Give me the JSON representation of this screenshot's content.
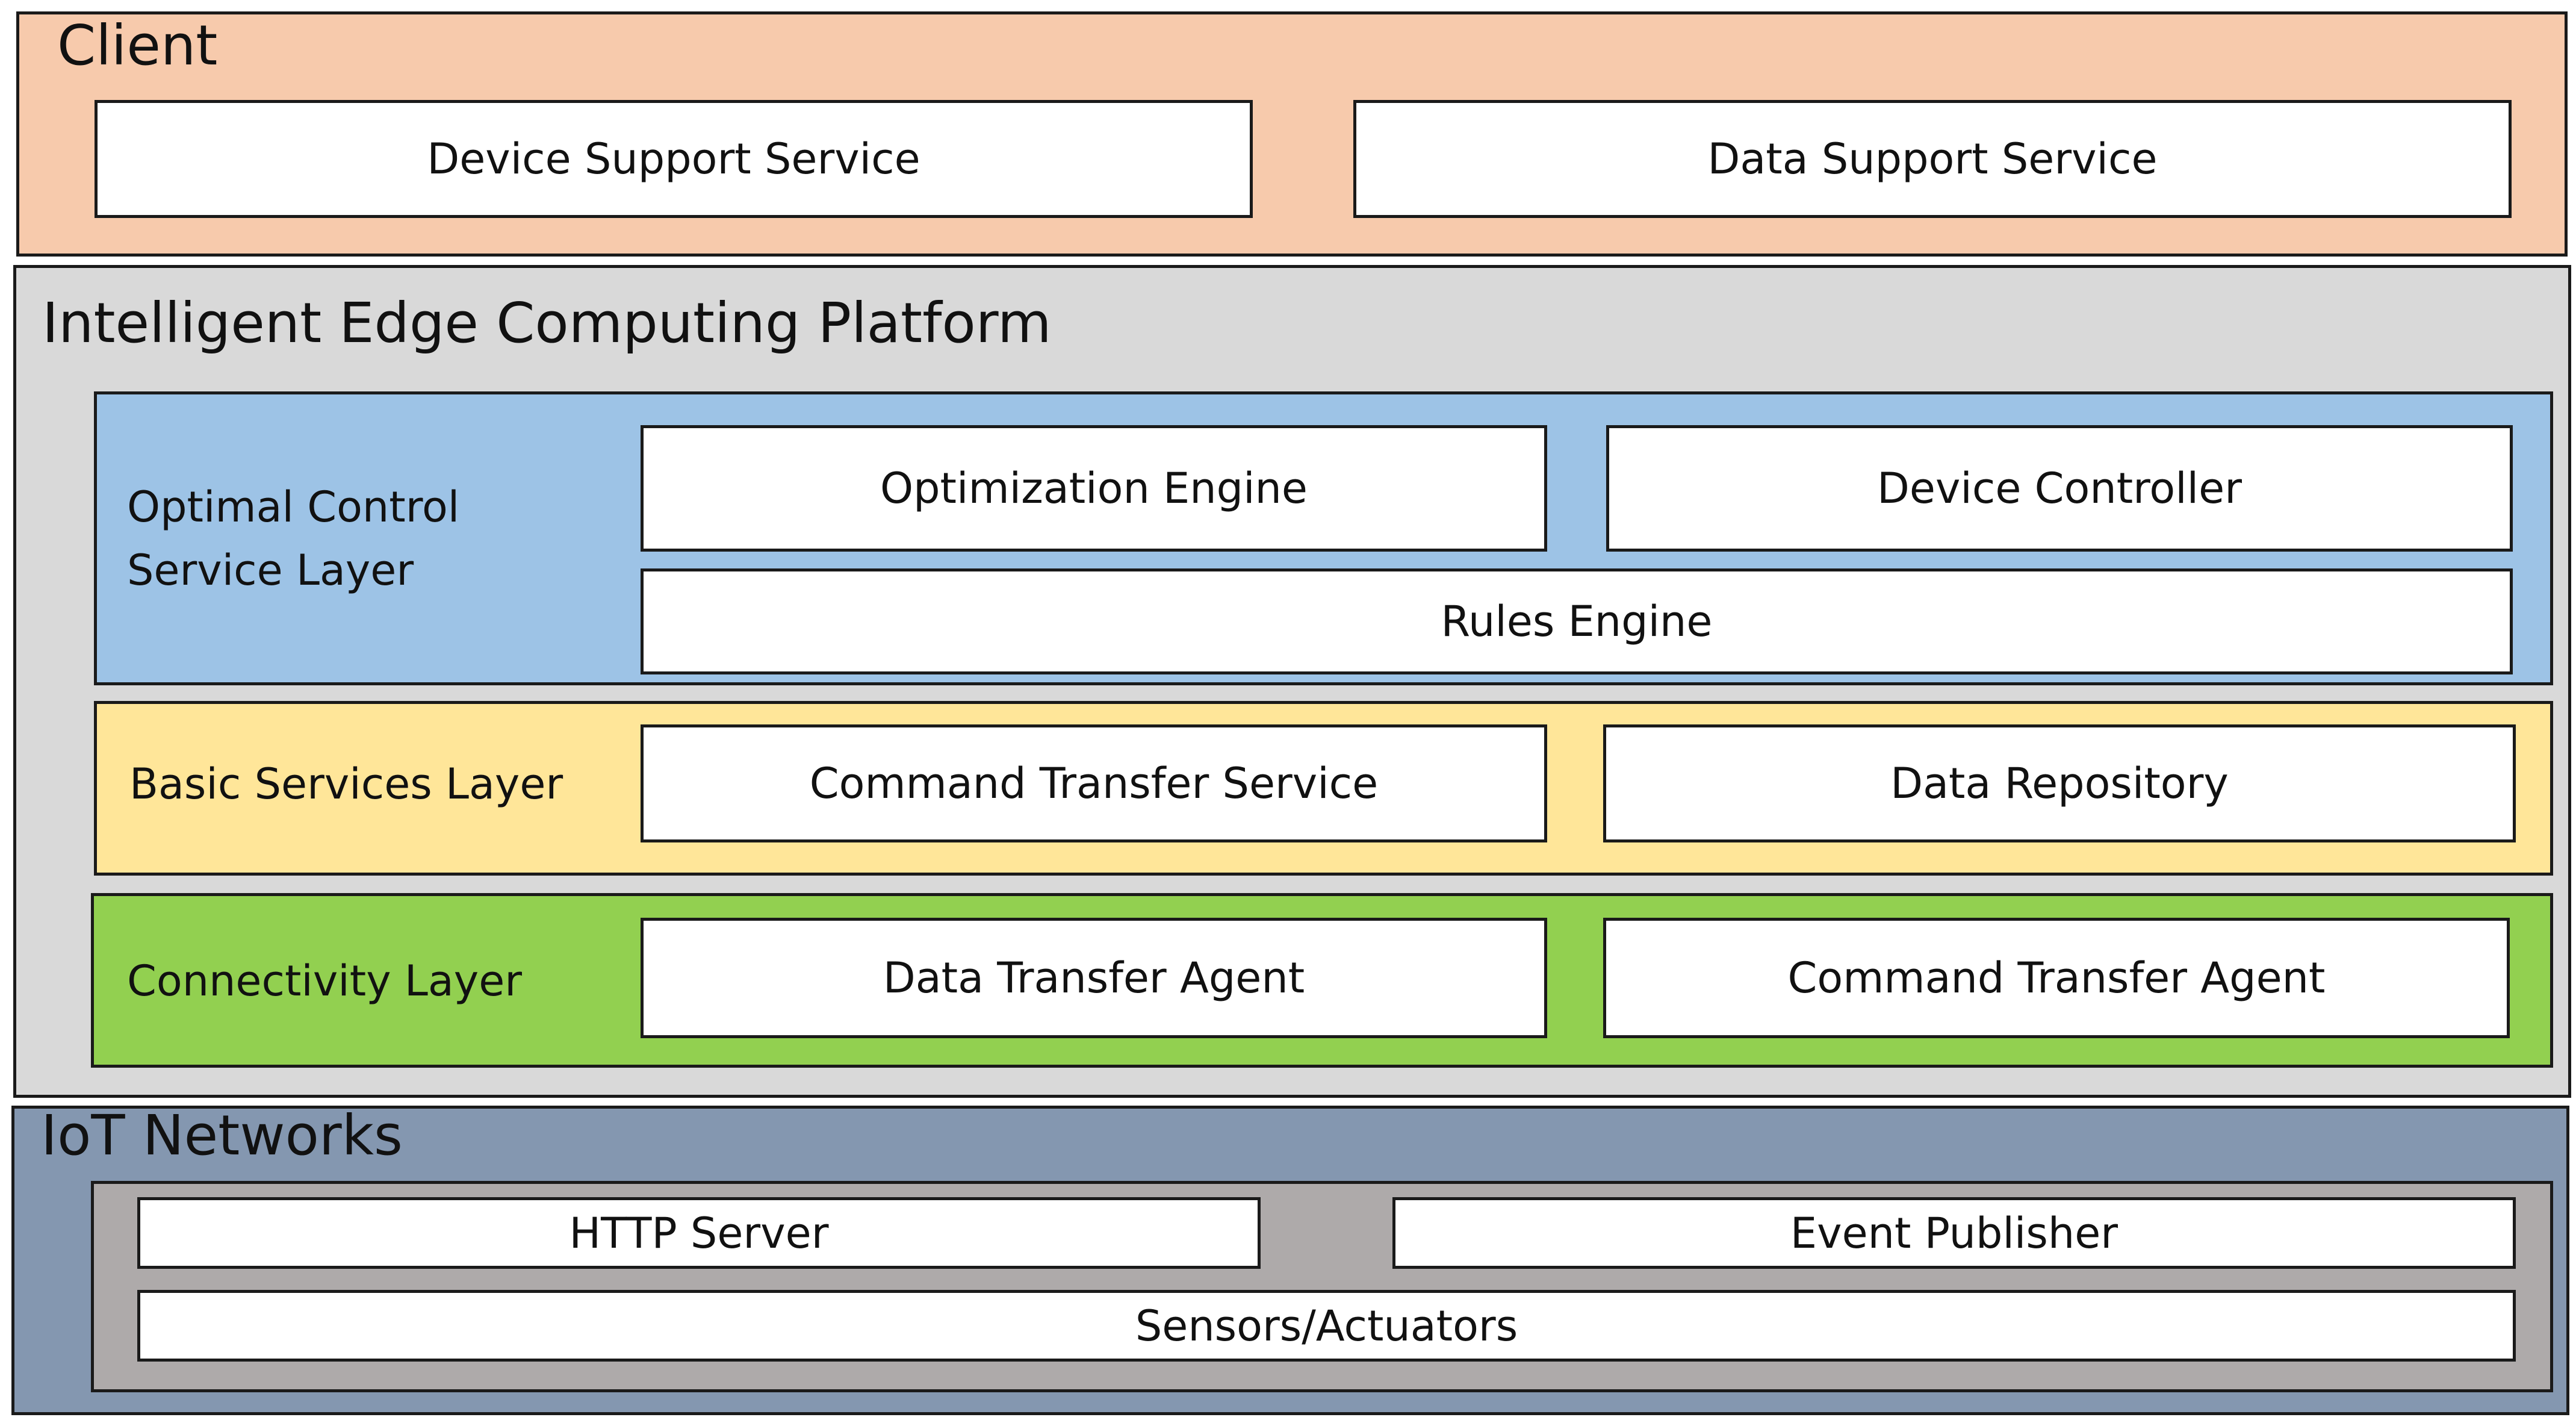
{
  "client": {
    "title": "Client",
    "items": [
      "Device Support Service",
      "Data Support Service"
    ]
  },
  "platform": {
    "title": "Intelligent Edge Computing Platform",
    "optimal_control": {
      "label": "Optimal Control Service Layer",
      "items": [
        "Optimization Engine",
        "Device Controller",
        "Rules Engine"
      ]
    },
    "basic_services": {
      "label": "Basic Services Layer",
      "items": [
        "Command Transfer Service",
        "Data Repository"
      ]
    },
    "connectivity": {
      "label": "Connectivity Layer",
      "items": [
        "Data Transfer Agent",
        "Command Transfer Agent"
      ]
    }
  },
  "iot": {
    "title": "IoT Networks",
    "items": [
      "HTTP Server",
      "Event Publisher",
      "Sensors/Actuators"
    ]
  },
  "colors": {
    "client": "#f7caac",
    "platform": "#d9d9d9",
    "optimal_control": "#9dc3e6",
    "basic_services": "#ffe699",
    "connectivity": "#92d050",
    "iot": "#8497b0",
    "iot_inner": "#aeaaaa"
  }
}
